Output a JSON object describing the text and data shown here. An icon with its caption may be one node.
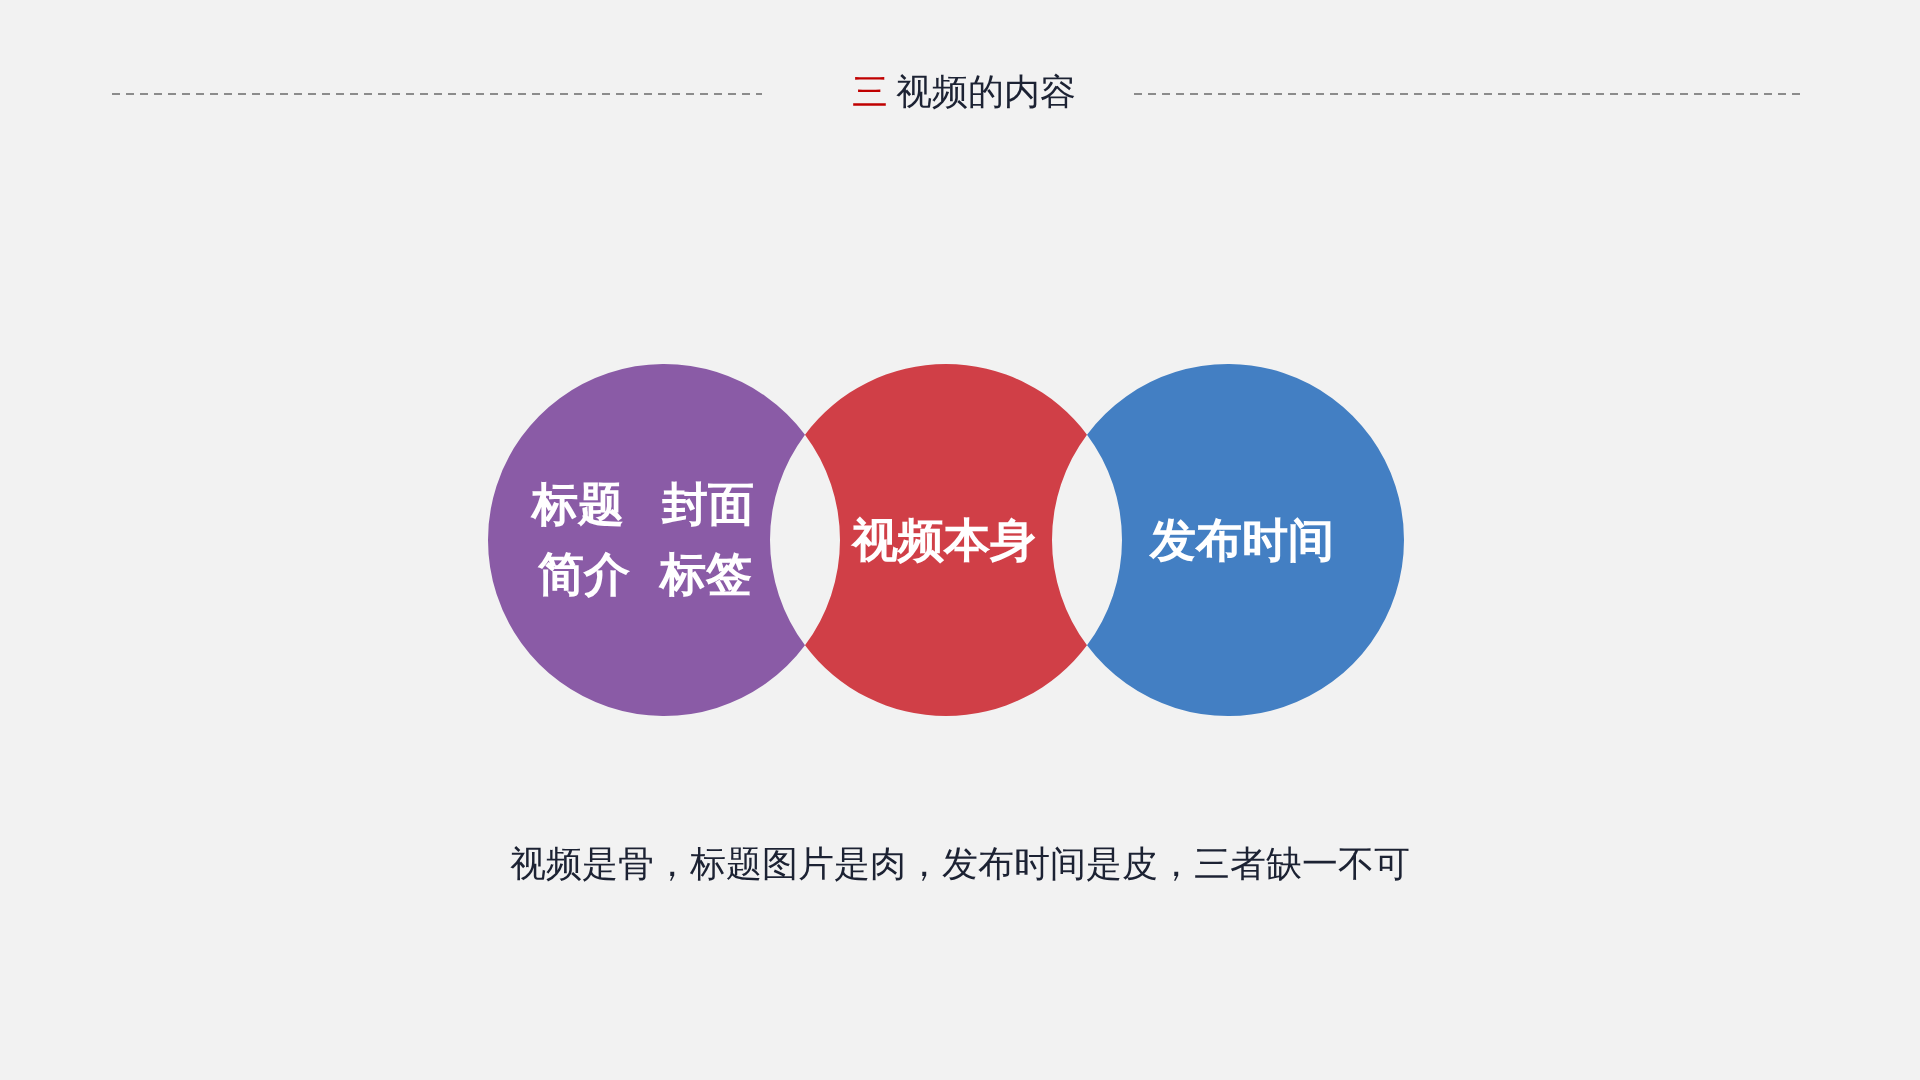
{
  "diagram": {
    "title": "视频的内容",
    "caption": "视频是骨，标题图片是肉，发布时间是皮，三者缺一不可",
    "nodes": [
      {
        "text": [
          "标题",
          "封面",
          "简介",
          "标签"
        ]
      },
      {
        "text": [
          "视频本身"
        ]
      },
      {
        "text": [
          "发布时间"
        ]
      }
    ],
    "labels": [
      "三"
    ]
  }
}
